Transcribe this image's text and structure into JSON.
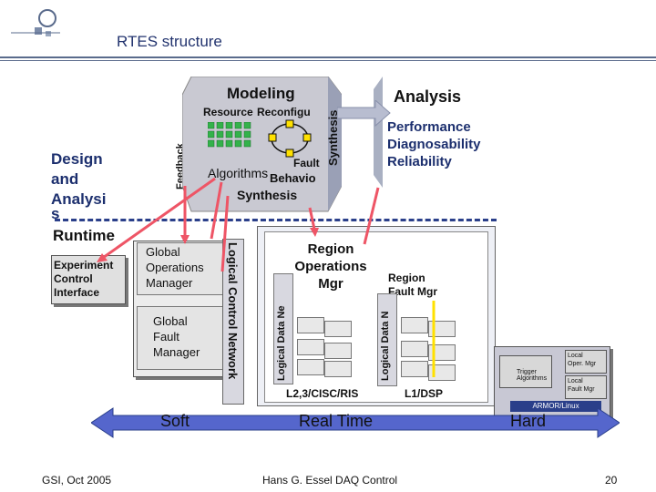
{
  "header": {
    "title": "RTES structure"
  },
  "design": {
    "label_lines": [
      "Design",
      "and",
      "Analysi",
      "s"
    ],
    "feedback": "Feedback",
    "modeling": "Modeling",
    "resource": "Resource",
    "reconfigure": "Reconfigu",
    "fault": "Fault",
    "algorithms": "Algorithms",
    "behavior": "Behavio",
    "synthesis_bottom": "Synthesis",
    "synthesis_side": "Synthesis",
    "analysis": "Analysis",
    "analysis_items": [
      "Performance",
      "Diagnosability",
      "Reliability"
    ]
  },
  "runtime": {
    "label": "Runtime",
    "experiment_control": [
      "Experiment",
      "Control",
      "Interface"
    ],
    "global_ops": [
      "Global",
      "Operations",
      "Manager"
    ],
    "global_fault": [
      "Global",
      "Fault",
      "Manager"
    ],
    "logical_control_network": "Logical Control Network",
    "region_ops": [
      "Region",
      "Operations",
      "Mgr"
    ],
    "region_fault": [
      "Region",
      "Fault Mgr"
    ],
    "logical_data_net_1": "Logical Data Ne",
    "logical_data_net_2": "Logical Data N",
    "l2_label": "L2,3/CISC/RIS",
    "l1_label": "L1/DSP",
    "local_oper": [
      "Local",
      "Oper. Mgr"
    ],
    "local_fault": [
      "Local",
      "Fault Mgr"
    ],
    "trigger": [
      "Trigger",
      "Algorithms"
    ],
    "armor": "ARMOR/Linux"
  },
  "spectrum": {
    "soft": "Soft",
    "realtime": "Real Time",
    "hard": "Hard"
  },
  "footer": {
    "left": "GSI, Oct 2005",
    "center": "Hans G. Essel  DAQ Control",
    "page": "20"
  },
  "colors": {
    "accent_blue": "#2a3f8a",
    "arrow_red": "#ee5566",
    "arrow_fill": "#5566cc"
  }
}
